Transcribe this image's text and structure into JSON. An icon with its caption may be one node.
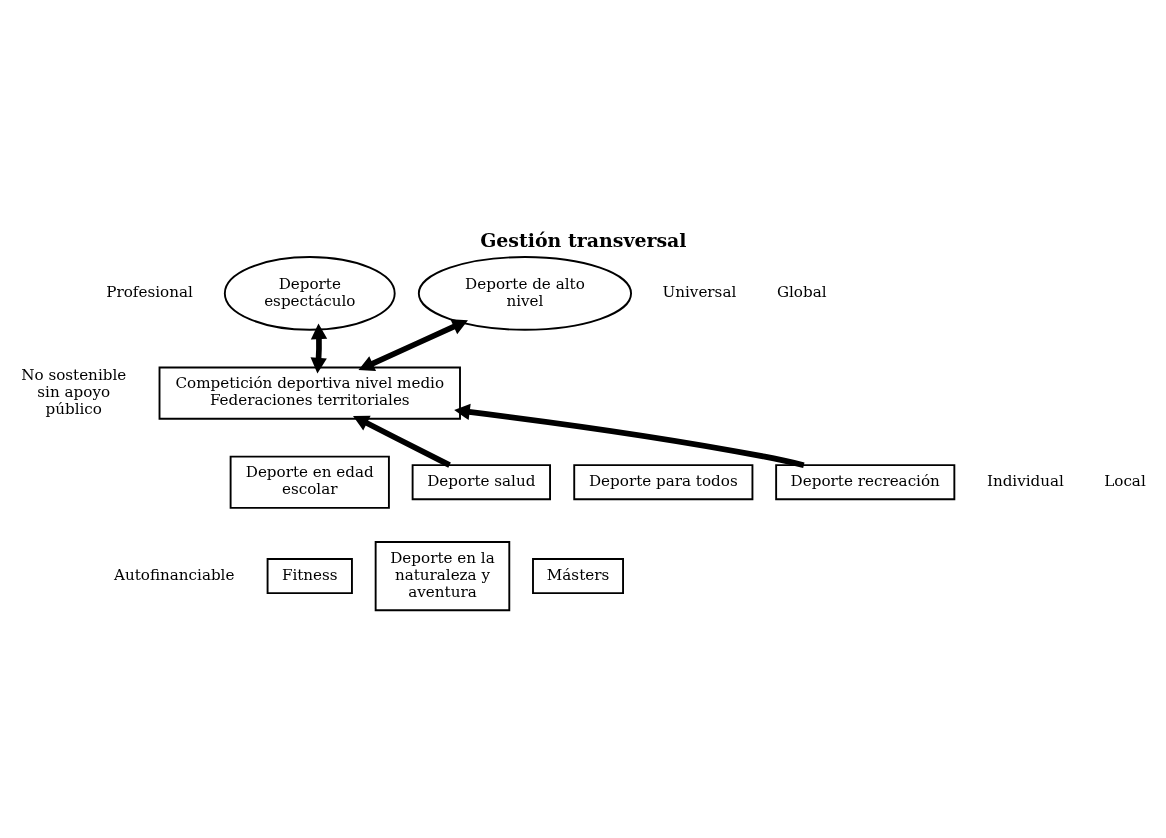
{
  "diagram": {
    "title": "Gestión transversal",
    "nodes": [
      {
        "text": [
          "Deporte espectáculo"
        ]
      },
      {
        "text": [
          "Deporte de alto nivel"
        ]
      },
      {
        "text": [
          "Competición deportiva nivel medio",
          "Federaciones territoriales"
        ]
      },
      {
        "text": [
          "Deporte en edad escolar"
        ]
      },
      {
        "text": [
          "Deporte salud"
        ]
      },
      {
        "text": [
          "Deporte para todos"
        ]
      },
      {
        "text": [
          "Deporte recreación"
        ]
      },
      {
        "text": [
          "Fitness"
        ]
      },
      {
        "text": [
          "Deporte en la naturaleza y aventura"
        ]
      },
      {
        "text": [
          "Másters"
        ]
      }
    ],
    "edges": [
      {
        "from": 2,
        "to": 0,
        "arrow": "both"
      },
      {
        "from": 2,
        "to": 1,
        "arrow": "both"
      },
      {
        "from": 4,
        "to": 2,
        "arrow": "to"
      },
      {
        "from": 6,
        "to": 2,
        "arrow": "to"
      }
    ],
    "labels": [
      "Universal",
      "Profesional",
      "Global",
      "No sostenible sin apoyo público",
      "Individual",
      "Local",
      "Autofinanciable"
    ]
  }
}
